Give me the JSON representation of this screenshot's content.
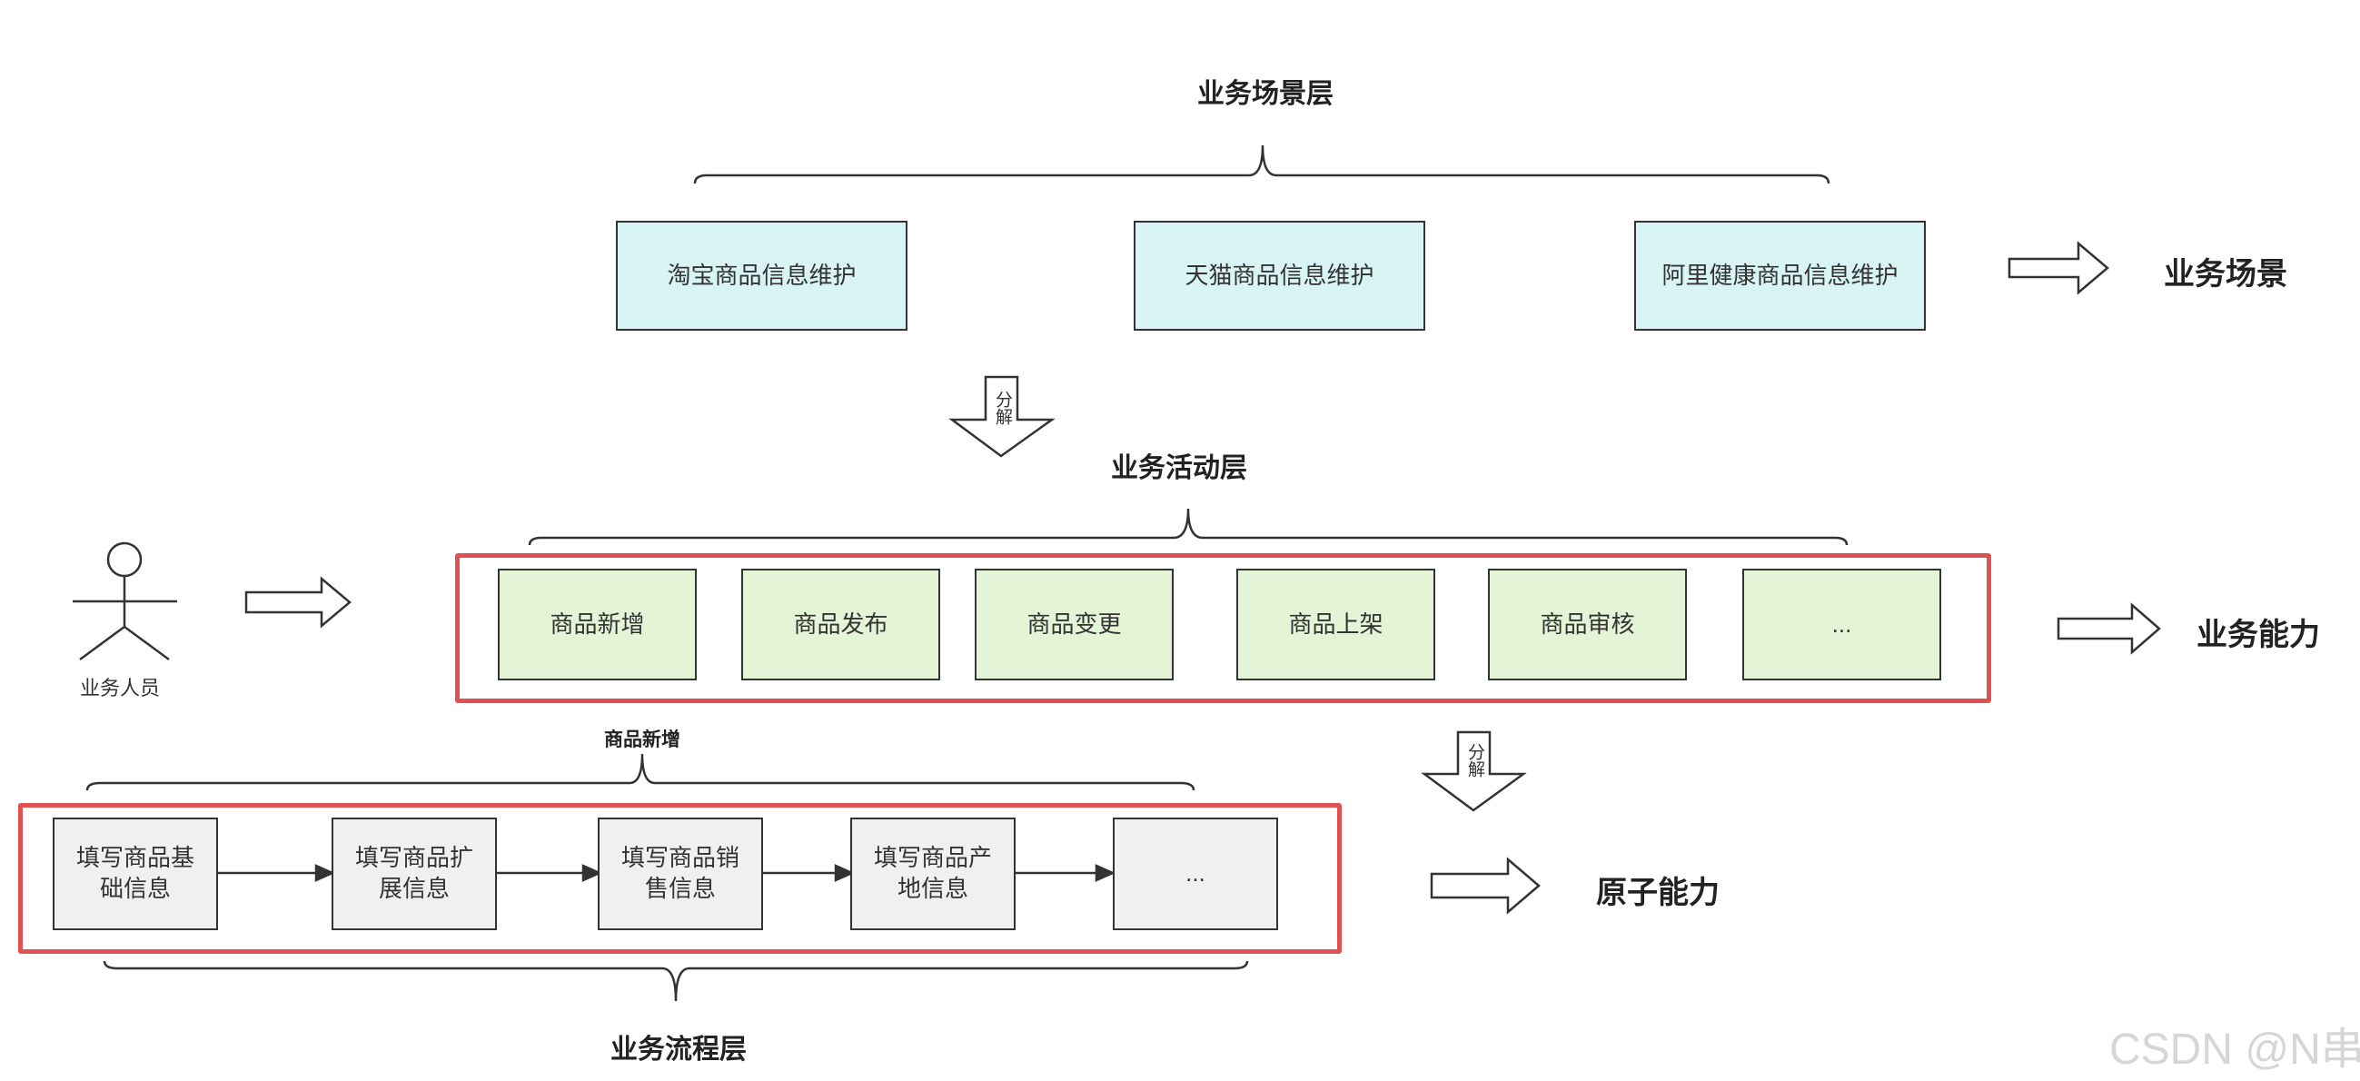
{
  "layers": {
    "scene_title": "业务场景层",
    "activity_title": "业务活动层",
    "process_title": "业务流程层"
  },
  "scene_boxes": [
    "淘宝商品信息维护",
    "天猫商品信息维护",
    "阿里健康商品信息维护"
  ],
  "activity_boxes": [
    "商品新增",
    "商品发布",
    "商品变更",
    "商品上架",
    "商品审核",
    "..."
  ],
  "process_group_label": "商品新增",
  "process_boxes": [
    "填写商品基础信息",
    "填写商品扩展信息",
    "填写商品销售信息",
    "填写商品产地信息",
    "..."
  ],
  "side_labels": {
    "scene": "业务场景",
    "capability": "业务能力",
    "atomic": "原子能力"
  },
  "decompose_label": "分解",
  "actor_label": "业务人员",
  "watermark": "CSDN @N串",
  "colors": {
    "scene_fill": "#d9f4f5",
    "activity_fill": "#e3f5d6",
    "process_fill": "#f0f0f0",
    "highlight_frame": "#e05252"
  }
}
